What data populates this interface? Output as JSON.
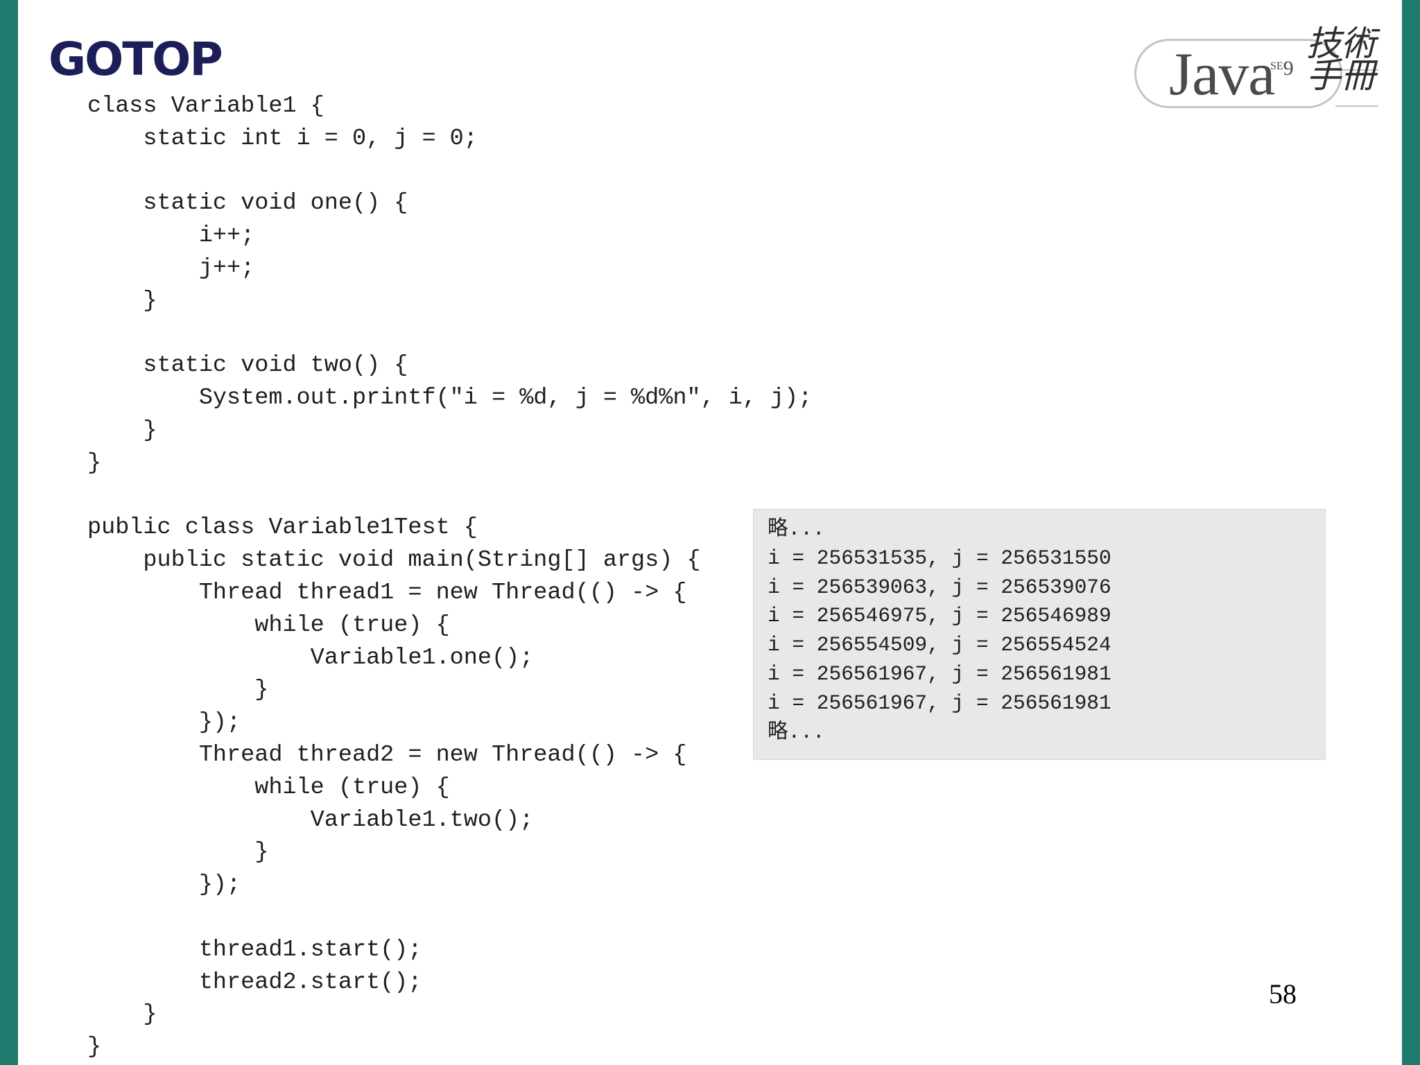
{
  "brand": {
    "logo_text": "GOTOP",
    "badge_word": "Java",
    "badge_sup_se": "SE",
    "badge_sup_num": "9",
    "badge_cjk": "技術手冊"
  },
  "code_lines": [
    "class Variable1 {",
    "    static int i = 0, j = 0;",
    "",
    "    static void one() {",
    "        i++;",
    "        j++;",
    "    }",
    "",
    "    static void two() {",
    "        System.out.printf(\"i = %d, j = %d%n\", i, j);",
    "    }",
    "}",
    "",
    "public class Variable1Test {",
    "    public static void main(String[] args) {",
    "        Thread thread1 = new Thread(() -> {",
    "            while (true) {",
    "                Variable1.one();",
    "            }",
    "        });",
    "        Thread thread2 = new Thread(() -> {",
    "            while (true) {",
    "                Variable1.two();",
    "            }",
    "        });",
    "",
    "        thread1.start();",
    "        thread2.start();",
    "    }",
    "}"
  ],
  "output_lines": [
    "略...",
    "i = 256531535, j = 256531550",
    "i = 256539063, j = 256539076",
    "i = 256546975, j = 256546989",
    "i = 256554509, j = 256554524",
    "i = 256561967, j = 256561981",
    "i = 256561967, j = 256561981",
    "略..."
  ],
  "page_number": "58",
  "colors": {
    "edge": "#1e7b6e",
    "logo": "#1c1f57",
    "output_bg": "#e8e8e8"
  }
}
